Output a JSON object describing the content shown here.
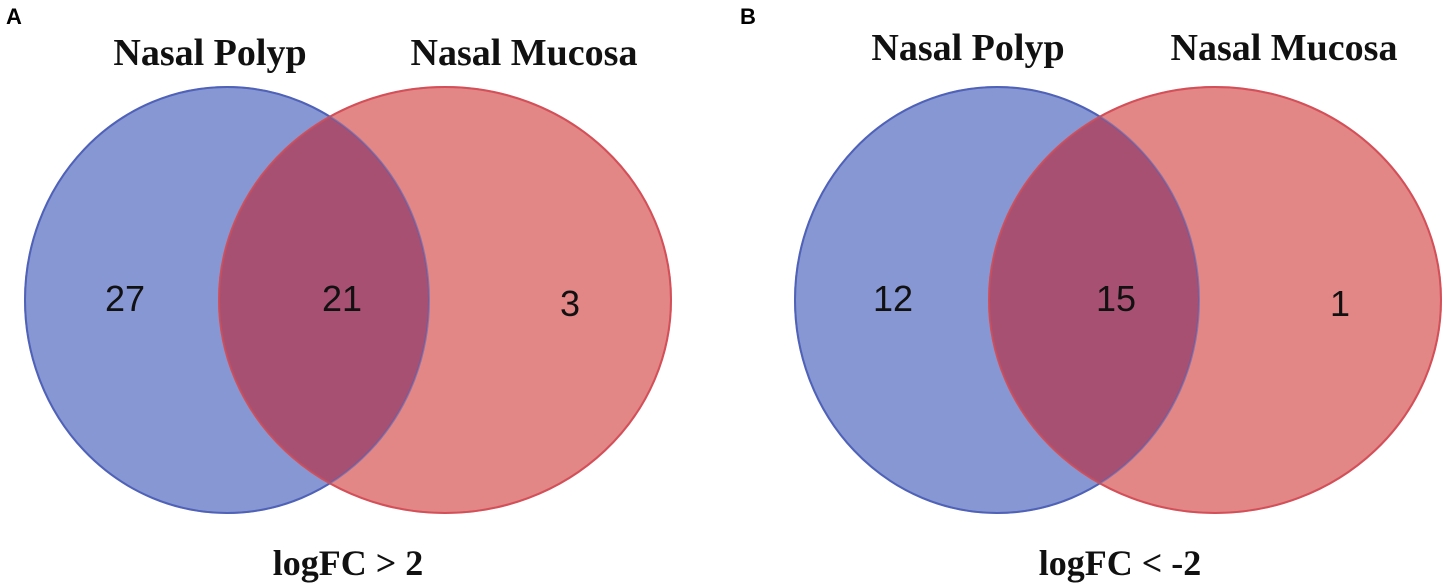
{
  "colors": {
    "set_a_fill": "#8797d3",
    "set_a_stroke": "#5163b8",
    "set_b_fill": "#e38686",
    "set_b_stroke": "#d4505a",
    "overlap_fill": "#a85072"
  },
  "panels": [
    {
      "letter": "A",
      "set_a_label": "Nasal Polyp",
      "set_b_label": "Nasal Mucosa",
      "only_a": "27",
      "both": "21",
      "only_b": "3",
      "caption": "logFC > 2"
    },
    {
      "letter": "B",
      "set_a_label": "Nasal Polyp",
      "set_b_label": "Nasal Mucosa",
      "only_a": "12",
      "both": "15",
      "only_b": "1",
      "caption": "logFC < -2"
    }
  ]
}
